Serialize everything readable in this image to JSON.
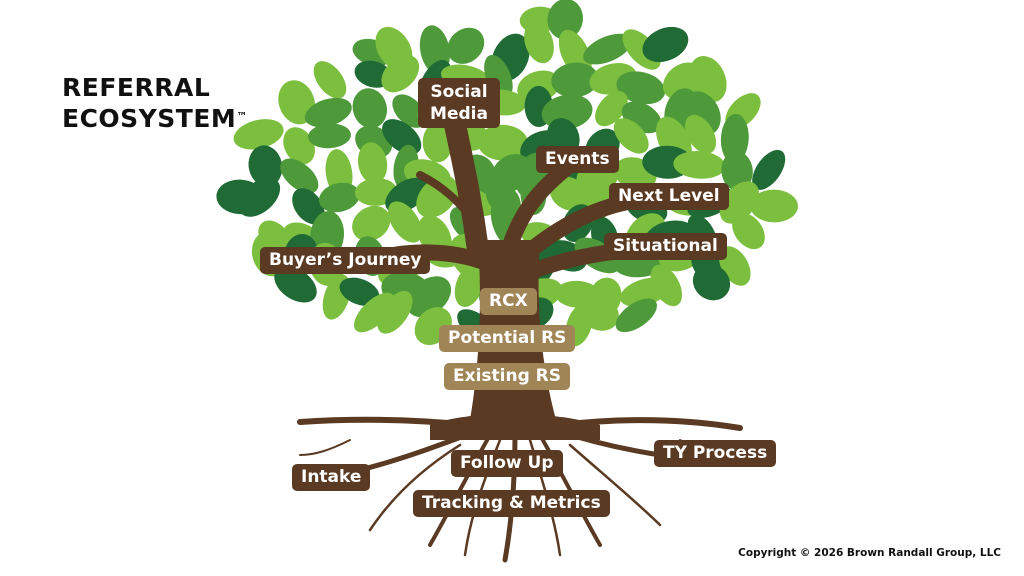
{
  "title": {
    "line1": "REFERRAL",
    "line2": "ECOSYSTEM",
    "mark": "™"
  },
  "branches": {
    "social_media": "Social Media",
    "events": "Events",
    "next_level": "Next Level",
    "situational": "Situational",
    "buyers_journey": "Buyer’s Journey"
  },
  "trunk": {
    "rcx": "RCX",
    "potential_rs": "Potential RS",
    "existing_rs": "Existing RS"
  },
  "roots": {
    "intake": "Intake",
    "follow_up": "Follow Up",
    "ty_process": "TY Process",
    "tracking_metrics": "Tracking & Metrics"
  },
  "copyright": "Copyright © 2026 Brown Randall Group, LLC",
  "colors": {
    "bark": "#5a3a22",
    "tan_label": "#a08557",
    "leaf_light": "#7cbf3f",
    "leaf_mid": "#4e9a3a",
    "leaf_dark": "#1f6a35"
  }
}
